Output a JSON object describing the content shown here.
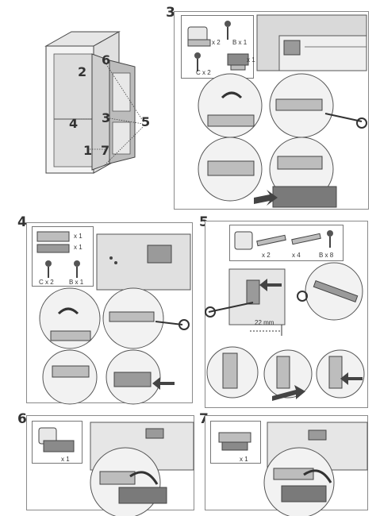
{
  "fridge": {
    "callouts": [
      "2",
      "6",
      "4",
      "3",
      "5",
      "1",
      "7"
    ]
  },
  "step3": {
    "number": "3",
    "x2": "x 2",
    "b_x1": "B x 1",
    "x1": "x 1",
    "c_x2": "C x 2"
  },
  "step4": {
    "number": "4",
    "x1a": "x 1",
    "x1b": "x 1",
    "c_x2": "C x 2",
    "b_x1": "B x 1"
  },
  "step5": {
    "number": "5",
    "x2": "x 2",
    "x4": "x 4",
    "b_x8": "B x 8",
    "distance": "22 mm"
  },
  "step6": {
    "number": "6",
    "x1": "x 1"
  },
  "step7": {
    "number": "7",
    "x1": "x 1"
  },
  "colors": {
    "line": "#333333",
    "fill_light": "#e6e6e6",
    "fill_mid": "#bdbdbd",
    "fill_dark": "#7a7a7a"
  }
}
